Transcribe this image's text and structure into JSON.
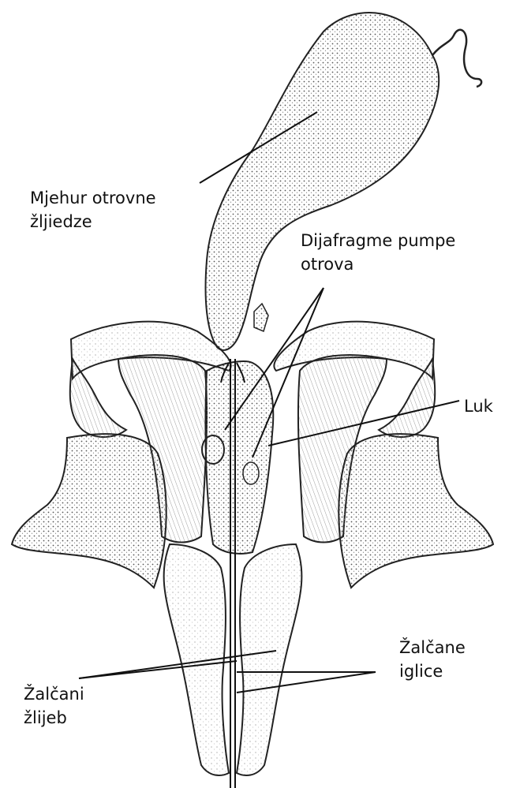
{
  "labels": {
    "venom_sac": "Mjehur otrovne\nžljiedze",
    "pump_valves": "Dijafragme pumpe\notrova",
    "arch": "Luk",
    "lancets": "Žalčane\niglice",
    "stylet": "Žalčani\nžlijeb"
  },
  "colors": {
    "ink": "#111111",
    "stipple": "#9a9a9a",
    "background": "#ffffff"
  }
}
